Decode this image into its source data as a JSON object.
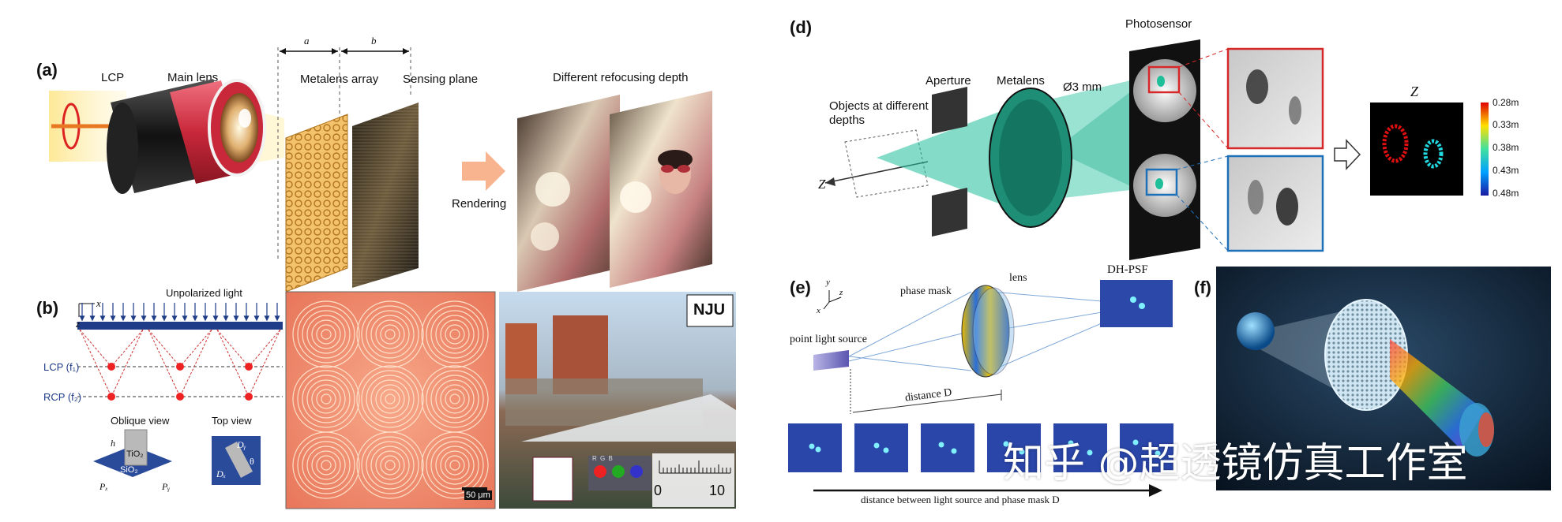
{
  "panels": {
    "a": {
      "label": "(a)",
      "lcp": "LCP",
      "main_lens": "Main lens",
      "dim_a": "a",
      "dim_b": "b",
      "metalens_array": "Metalens array",
      "sensing_plane": "Sensing plane",
      "refocus": "Different refocusing depth",
      "rendering": "Rendering"
    },
    "b": {
      "label": "(b)",
      "unpolarized": "Unpolarized light",
      "axis_x": "x",
      "axis_z": "z",
      "lcp_f": "LCP (f₁)",
      "rcp_f": "RCP (f₂)",
      "oblique": "Oblique view",
      "top": "Top view",
      "tio2": "TiO₂",
      "sio2": "SiO₂",
      "h": "h",
      "px": "Pₓ",
      "py": "Pᵧ",
      "dy": "Dᵧ",
      "dx": "Dₓ",
      "theta": "θ",
      "scale": "50 μm",
      "nju": "NJU",
      "ruler_0": "0",
      "ruler_10": "10",
      "rgb": "R  G  B"
    },
    "d": {
      "label": "(d)",
      "photosensor": "Photosensor",
      "aperture": "Aperture",
      "metalens": "Metalens",
      "diameter": "Ø3 mm",
      "objects": "Objects at different depths",
      "z": "Z",
      "z_top": "Z",
      "colorbar": [
        "0.28m",
        "0.33m",
        "0.38m",
        "0.43m",
        "0.48m"
      ]
    },
    "e": {
      "label": "(e)",
      "phase_mask": "phase mask",
      "lens": "lens",
      "dhpsf": "DH-PSF",
      "point_source": "point light source",
      "distance": "distance D",
      "axis_label": "distance between light source and phase mask D",
      "ax_y": "y",
      "ax_z": "z",
      "ax_x": "x"
    },
    "f": {
      "label": "(f)"
    }
  },
  "watermark": "知乎 @超透镜仿真工作室",
  "colors": {
    "teal_beam": "#1fbf9a",
    "metasurface_orange": "#f28a5a",
    "lens_red": "#d3303f",
    "arrow_peach": "#f7b48f"
  }
}
